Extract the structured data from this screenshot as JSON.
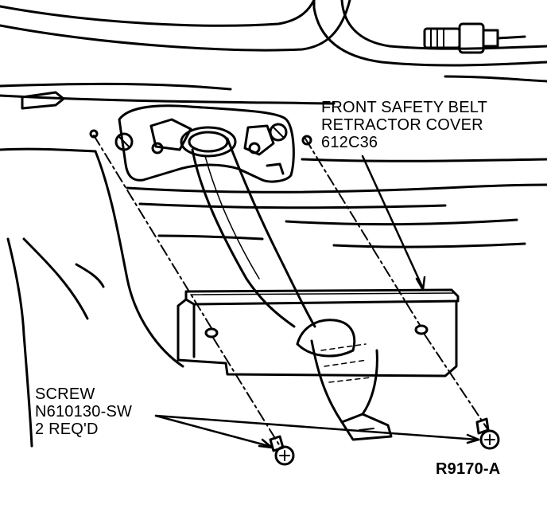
{
  "labels": {
    "cover": {
      "line1": "FRONT SAFETY BELT",
      "line2": "RETRACTOR COVER",
      "line3": "612C36"
    },
    "screw": {
      "line1": "SCREW",
      "line2": "N610130-SW",
      "line3": "2 REQ'D"
    },
    "figure_id": "R9170-A"
  },
  "colors": {
    "ink": "#000000",
    "paper": "#ffffff"
  },
  "icons": [
    "screw-icon",
    "belt-webbing",
    "retractor-cover-plate",
    "connector-plug"
  ]
}
